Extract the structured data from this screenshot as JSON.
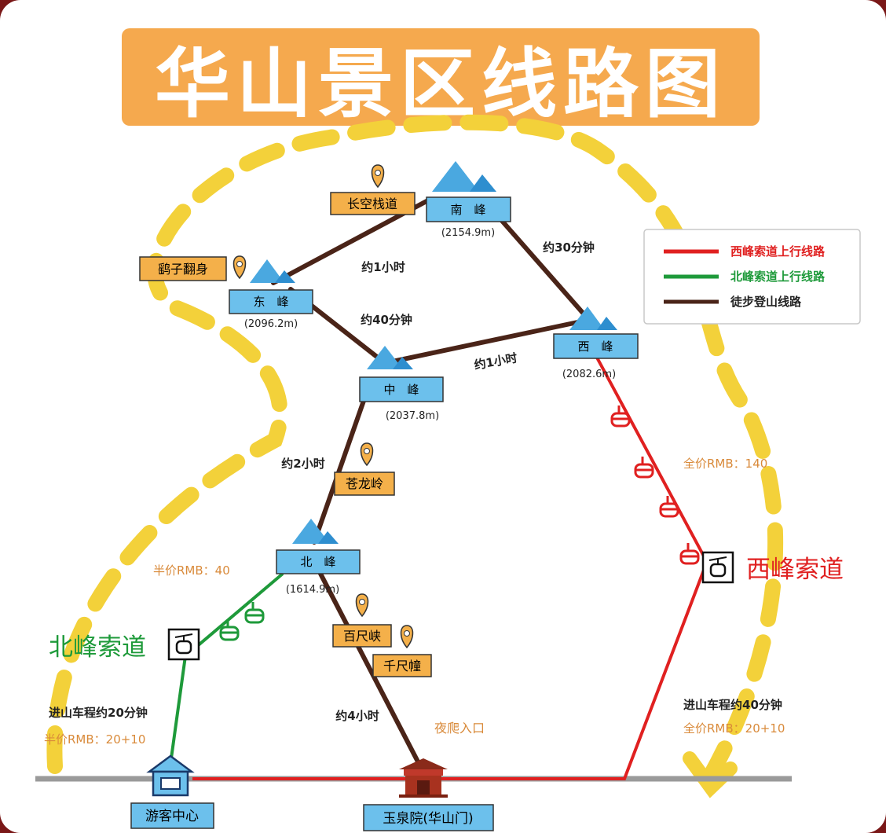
{
  "title": "华山景区线路图",
  "colors": {
    "cable_west": "#e02020",
    "cable_north": "#1e9a3a",
    "hiking": "#4a2418",
    "peak_box": "#6cc0ec",
    "spot_box": "#f4b04a",
    "price_text": "#d98a3a",
    "dashed_loop": "#f3d13a",
    "title_bg": "#f5a94e"
  },
  "legend": [
    {
      "label": "西峰索道上行线路",
      "color": "#e02020"
    },
    {
      "label": "北峰索道上行线路",
      "color": "#1e9a3a"
    },
    {
      "label": "徒步登山线路",
      "color": "#4a2418"
    }
  ],
  "peaks": {
    "south": {
      "name": "南　峰",
      "elevation": "(2154.9m)"
    },
    "east": {
      "name": "东　峰",
      "elevation": "(2096.2m)"
    },
    "west": {
      "name": "西　峰",
      "elevation": "(2082.6m)"
    },
    "middle": {
      "name": "中　峰",
      "elevation": "(2037.8m)"
    },
    "north": {
      "name": "北　峰",
      "elevation": "(1614.9m)"
    }
  },
  "spots": {
    "changkong": "长空栈道",
    "yaozi": "鹞子翻身",
    "canglong": "苍龙岭",
    "baichixia": "百尺峡",
    "qianchichuang": "千尺幢"
  },
  "durations": {
    "east_south": "约1小时",
    "east_middle": "约40分钟",
    "middle_west": "约1小时",
    "south_west": "约30分钟",
    "middle_north": "约2小时",
    "north_gate": "约4小时"
  },
  "cableways": {
    "west": {
      "name": "西峰索道",
      "price": "全价RMB：140"
    },
    "north": {
      "name": "北峰索道",
      "price": "半价RMB：40"
    }
  },
  "shuttles": {
    "north": {
      "time": "进山车程约20分钟",
      "price": "半价RMB：20+10"
    },
    "west": {
      "time": "进山车程约40分钟",
      "price": "全价RMB：20+10"
    }
  },
  "night_entrance": "夜爬入口",
  "locations": {
    "visitor_center": "游客中心",
    "yuquan": "玉泉院(华山门)"
  }
}
